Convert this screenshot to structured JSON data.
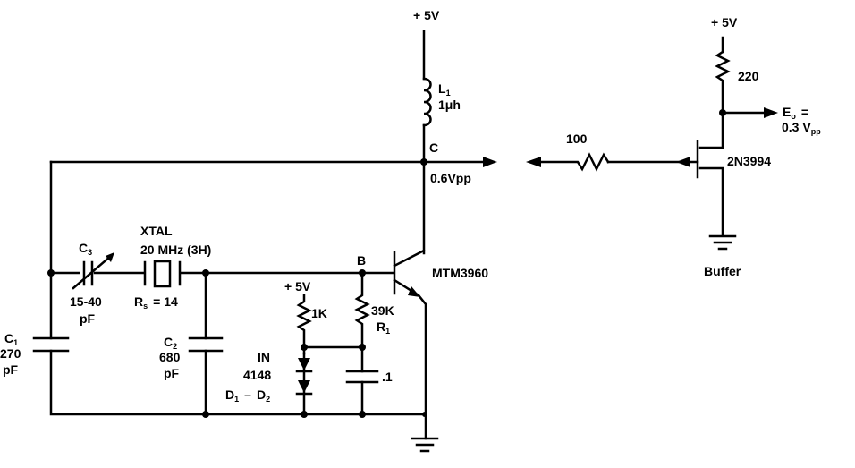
{
  "oscillator": {
    "supply_top": "+ 5V",
    "inductor": {
      "name": "L",
      "sub": "1",
      "value": "1μh"
    },
    "node_c": "C",
    "output_level": "0.6Vpp",
    "c3": {
      "name": "C",
      "sub": "3",
      "value": "15-40",
      "unit": "pF"
    },
    "xtal": {
      "name": "XTAL",
      "freq": "20 MHz (3H)",
      "rs_name": "R",
      "rs_sub": "s",
      "rs_value": "= 14"
    },
    "c1": {
      "name": "C",
      "sub": "1",
      "value": "270",
      "unit": "pF"
    },
    "c2": {
      "name": "C",
      "sub": "2",
      "value": "680",
      "unit": "pF"
    },
    "node_b": "B",
    "transistor": "MTM3960",
    "supply_bias": "+ 5V",
    "r_1k": "1K",
    "r1": {
      "value": "39K",
      "name": "R",
      "sub": "1"
    },
    "diode": {
      "line1": "IN",
      "line2": "4148",
      "label": "D",
      "sub1": "1",
      "dash": "–",
      "sub2": "2"
    },
    "cap_bypass": ".1"
  },
  "buffer": {
    "supply": "+ 5V",
    "r_drain": "220",
    "output": {
      "name": "E",
      "sub": "o",
      "eq": "=",
      "value": "0.3 V",
      "value_sub": "pp"
    },
    "r_gate": "100",
    "fet": "2N3994",
    "label": "Buffer"
  }
}
